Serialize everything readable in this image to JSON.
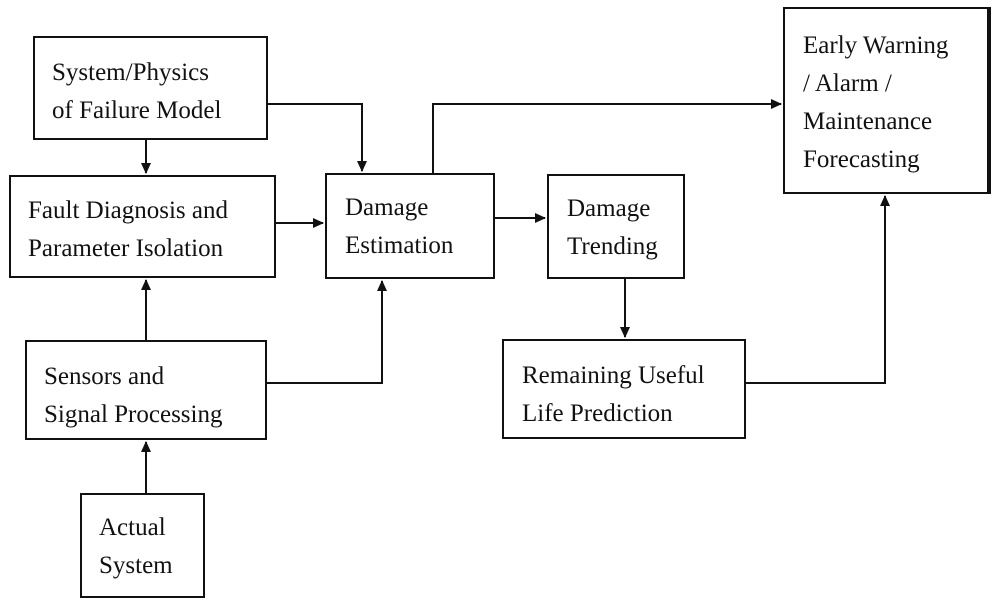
{
  "nodes": {
    "physics": [
      "System/Physics",
      "of Failure Model"
    ],
    "fault": [
      "Fault Diagnosis and",
      "Parameter Isolation"
    ],
    "sensors": [
      "Sensors and",
      "Signal Processing"
    ],
    "actual": [
      "Actual",
      "System"
    ],
    "estimation": [
      "Damage",
      "Estimation"
    ],
    "trending": [
      "Damage",
      "Trending"
    ],
    "rul": [
      "Remaining Useful",
      "Life Prediction"
    ],
    "warning": [
      "Early Warning",
      "/ Alarm /",
      "Maintenance",
      "Forecasting"
    ]
  },
  "edges": [
    {
      "from": "physics",
      "to": "fault"
    },
    {
      "from": "physics",
      "to": "estimation"
    },
    {
      "from": "fault",
      "to": "estimation"
    },
    {
      "from": "sensors",
      "to": "fault"
    },
    {
      "from": "sensors",
      "to": "estimation"
    },
    {
      "from": "actual",
      "to": "sensors"
    },
    {
      "from": "estimation",
      "to": "trending"
    },
    {
      "from": "estimation",
      "to": "warning"
    },
    {
      "from": "trending",
      "to": "rul"
    },
    {
      "from": "rul",
      "to": "warning"
    }
  ]
}
